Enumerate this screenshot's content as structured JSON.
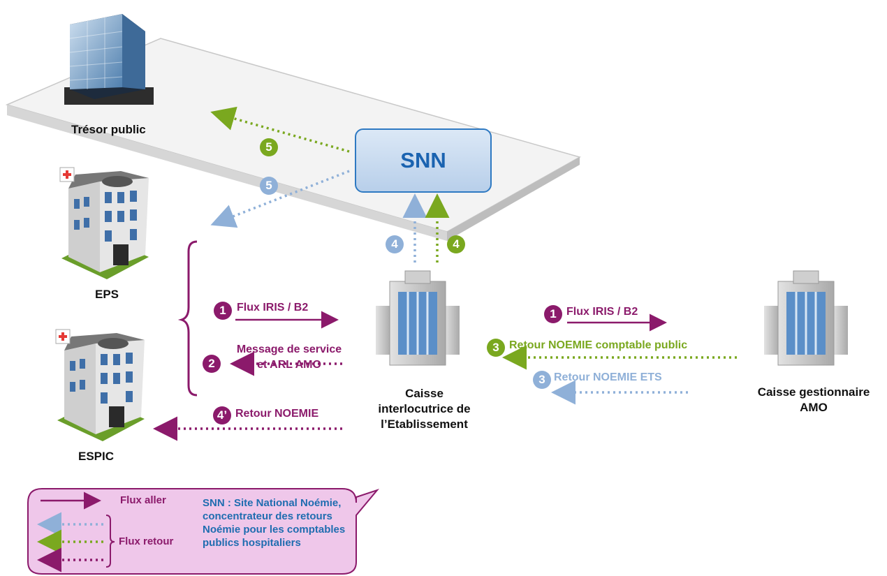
{
  "nodes": {
    "tresor": "Trésor public",
    "snn": "SNN",
    "eps": "EPS",
    "espic": "ESPIC",
    "caisse_interlocutrice": [
      "Caisse",
      "interlocutrice de",
      "l’Etablissement"
    ],
    "caisse_gestionnaire": [
      "Caisse gestionnaire",
      "AMO"
    ]
  },
  "flows": {
    "flux_iris_left": "Flux IRIS / B2",
    "message_service": [
      "Message de service",
      "et ARL AMO"
    ],
    "retour_noemie": "Retour NOEMIE",
    "flux_iris_right": "Flux IRIS / B2",
    "retour_comptable": "Retour NOEMIE comptable public",
    "retour_ets": "Retour NOEMIE ETS"
  },
  "badges": {
    "one": "1",
    "two": "2",
    "three": "3",
    "four": "4",
    "four_prime": "4’",
    "five": "5"
  },
  "legend": {
    "aller": "Flux aller",
    "retour": "Flux retour",
    "note": "SNN : Site National Noémie, concentrateur des retours Noémie pour les comptables publics hospitaliers"
  },
  "colors": {
    "purple": "#8b1a6b",
    "green": "#7aa81f",
    "blue": "#8fb0d8",
    "snn_blue": "#1a63b0",
    "legend_bg": "#efc7ea"
  }
}
